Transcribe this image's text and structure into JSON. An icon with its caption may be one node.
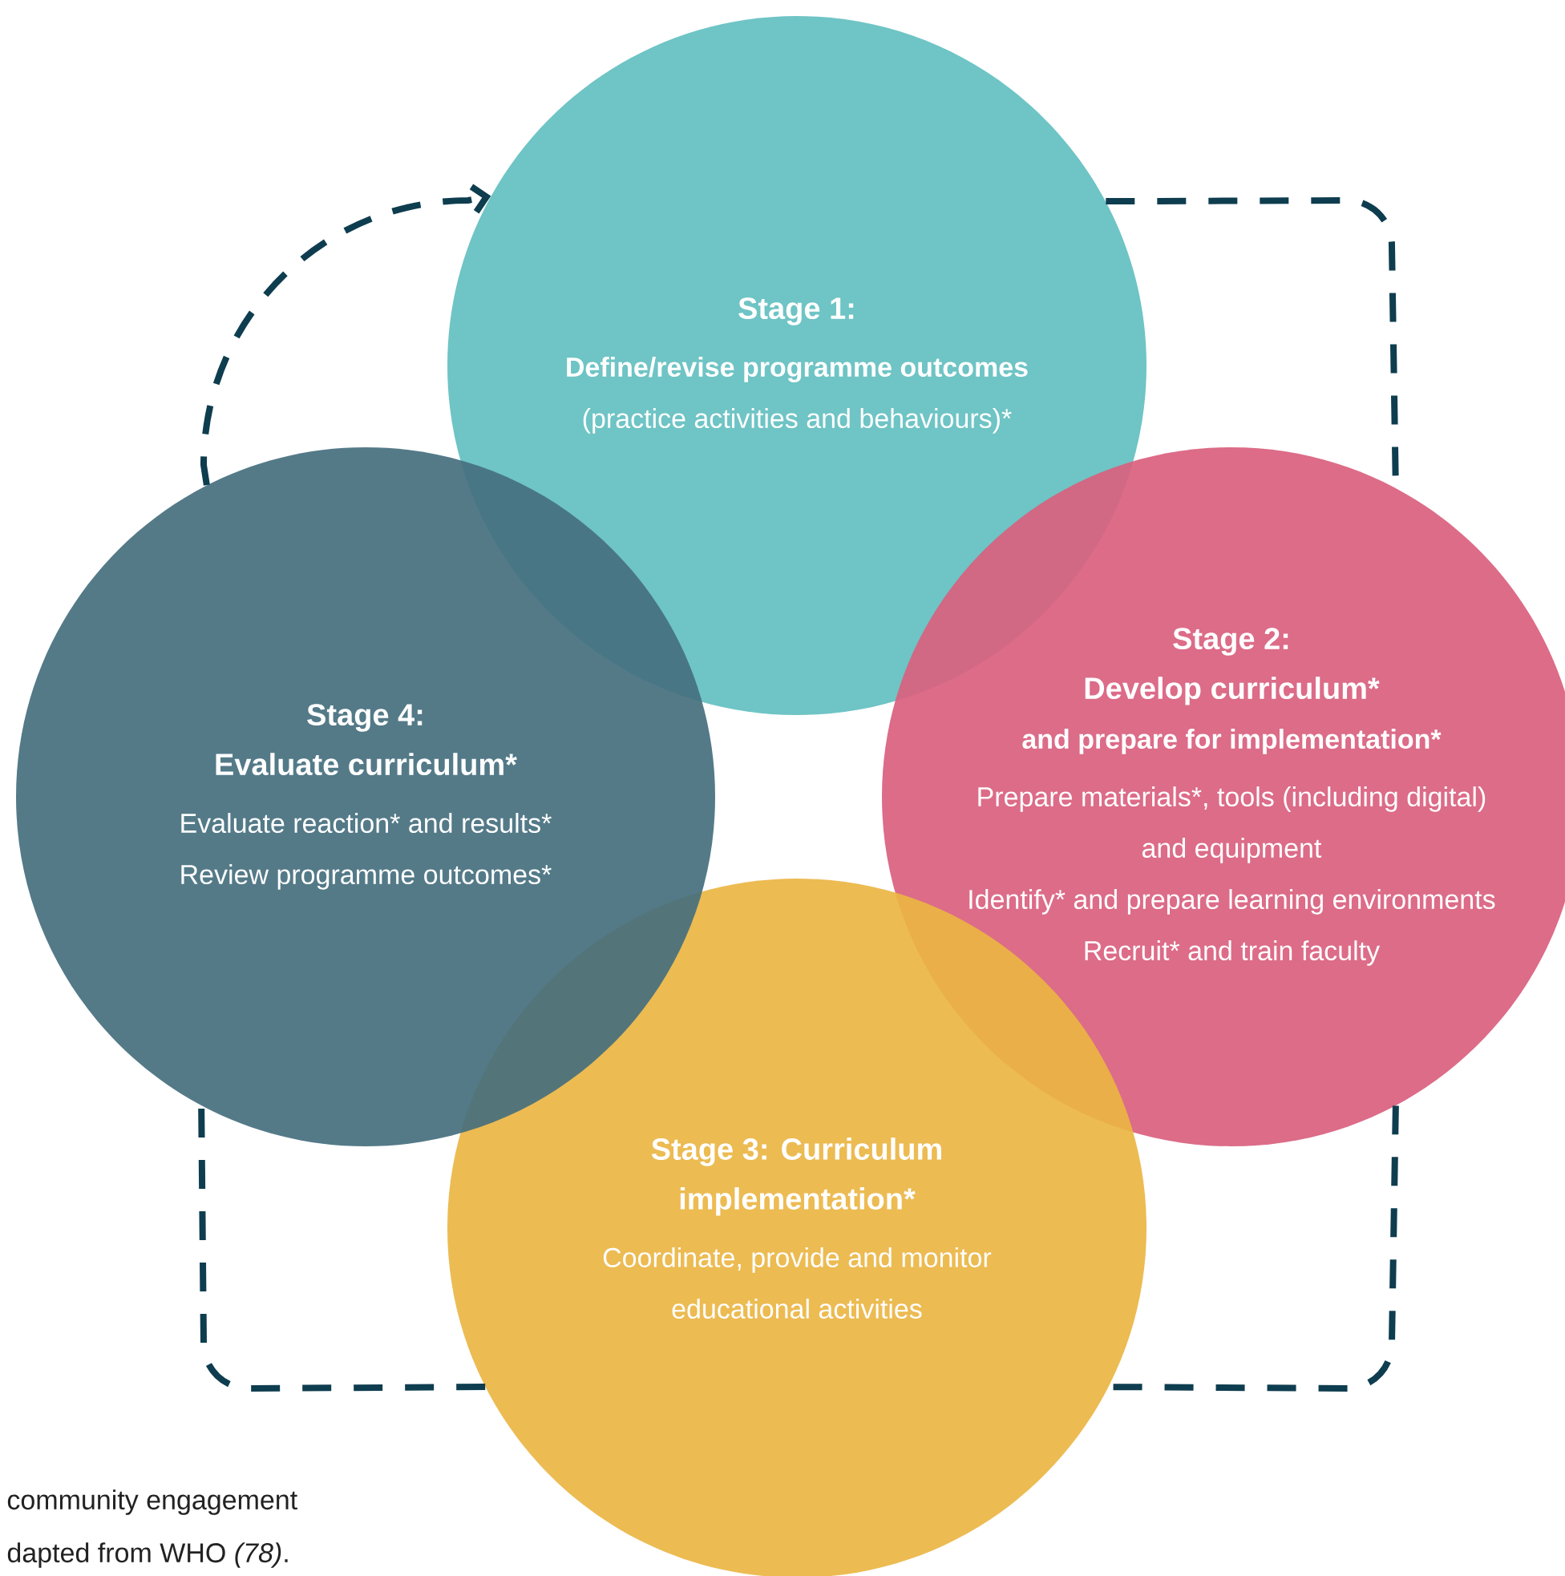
{
  "diagram": {
    "nodes": [
      {
        "text": [
          "Stage 1:",
          "**Define/revise programme outcomes** (practice activities and behaviours)*"
        ]
      },
      {
        "text": [
          "Stage 2:",
          "Develop curriculum*",
          "and prepare for implementation*",
          "Prepare materials*, tools (including digital) and equipment",
          "Identify* and prepare learning environments",
          "Recruit* and train faculty"
        ]
      },
      {
        "text": [
          "Stage 3: Curriculum implementation*",
          "Coordinate, provide and monitor educational activities"
        ]
      },
      {
        "text": [
          "Stage 4:",
          "Evaluate curriculum*",
          "Evaluate reaction* and results*",
          "Review programme outcomes*"
        ]
      }
    ],
    "edges": [
      {
        "from": 0,
        "to": 1,
        "arrow": "none",
        "style": "dashed"
      },
      {
        "from": 1,
        "to": 2,
        "arrow": "none",
        "style": "dashed"
      },
      {
        "from": 2,
        "to": 3,
        "arrow": "none",
        "style": "dashed"
      },
      {
        "from": 3,
        "to": 0,
        "arrow": "to",
        "style": "dashed"
      }
    ],
    "labels": [
      "community engagement",
      "dapted from WHO *(78)*."
    ]
  }
}
